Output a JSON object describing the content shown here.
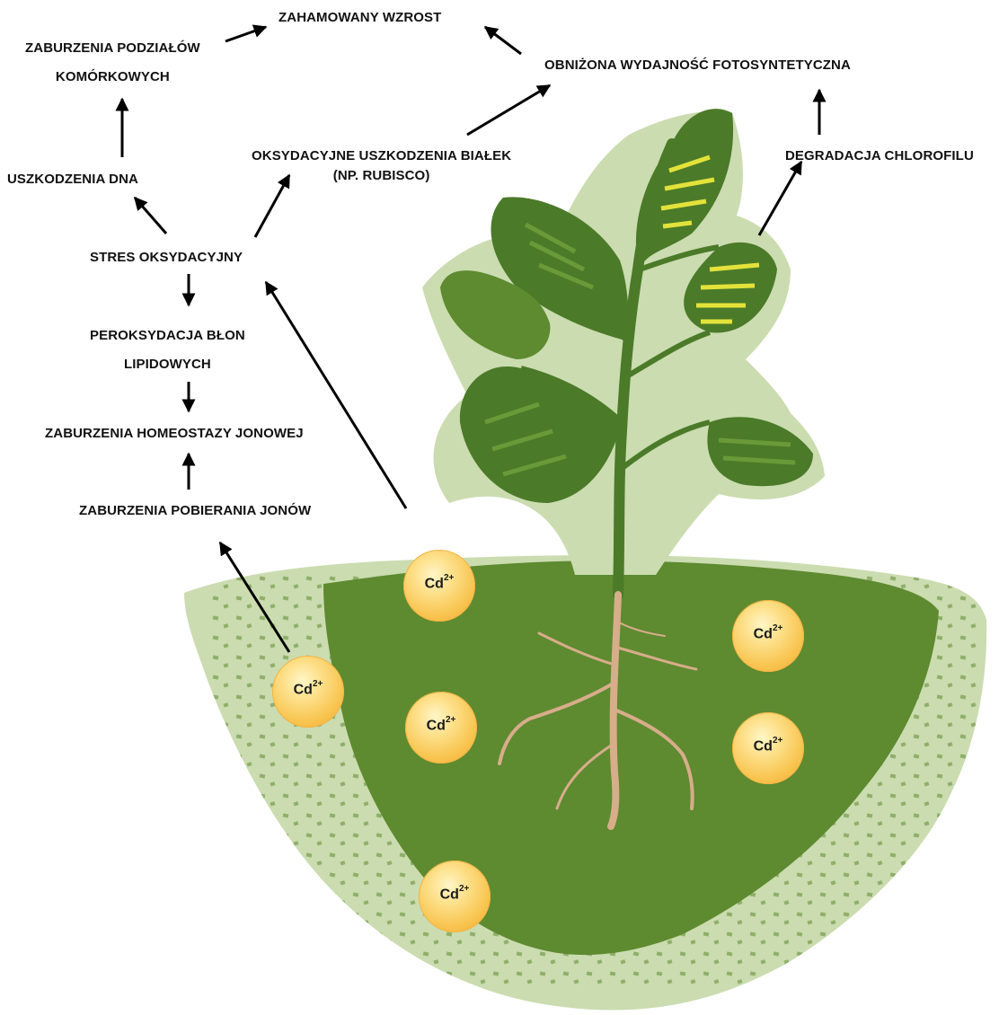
{
  "labels": {
    "zahamowany_wzrost": "ZAHAMOWANY WZROST",
    "zaburzenia_podzialow_1": "ZABURZENIA PODZIAŁÓW",
    "zaburzenia_podzialow_2": "KOMÓRKOWYCH",
    "obnizona_wydajnosc": "OBNIŻONA WYDAJNOŚĆ FOTOSYNTETYCZNA",
    "oksydacyjne_1": "OKSYDACYJNE USZKODZENIA BIAŁEK",
    "oksydacyjne_2": "(NP. RUBISCO)",
    "degradacja": "DEGRADACJA CHLOROFILU",
    "uszkodzenia_dna": "USZKODZENIA DNA",
    "stres": "STRES OKSYDACYJNY",
    "peroksydacja_1": "PEROKSYDACJA BŁON",
    "peroksydacja_2": "LIPIDOWYCH",
    "homeostaza": "ZABURZENIA HOMEOSTAZY JONOWEJ",
    "pobieranie": "ZABURZENIA POBIERANIA JONÓW"
  },
  "ions": [
    {
      "base": "Cd",
      "charge": "2+"
    },
    {
      "base": "Cd",
      "charge": "2+"
    },
    {
      "base": "Cd",
      "charge": "2+"
    },
    {
      "base": "Cd",
      "charge": "2+"
    },
    {
      "base": "Cd",
      "charge": "2+"
    },
    {
      "base": "Cd",
      "charge": "2+"
    }
  ],
  "colors": {
    "soil_light": "#cbdcb0",
    "soil_dark": "#5e8a30",
    "leaf_dark": "#4b7a29",
    "leaf_mid": "#6a9a38",
    "leaf_yellow": "#e3e23a",
    "root": "#d7ad8a",
    "ion_fill": "#f8c551",
    "arrow": "#000000"
  }
}
